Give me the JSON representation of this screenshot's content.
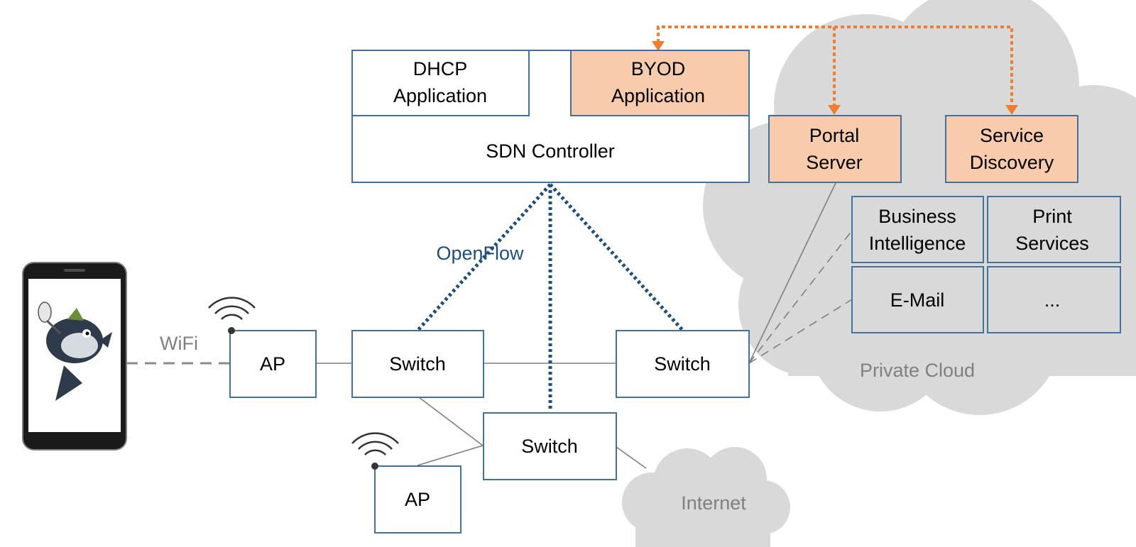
{
  "nodes": {
    "dhcp": [
      "DHCP",
      "Application"
    ],
    "byod": [
      "BYOD",
      "Application"
    ],
    "controller": "SDN Controller",
    "portal": [
      "Portal",
      "Server"
    ],
    "service_discovery": [
      "Service",
      "Discovery"
    ],
    "business_intelligence": [
      "Business",
      "Intelligence"
    ],
    "print_services": [
      "Print",
      "Services"
    ],
    "email": "E-Mail",
    "more": "...",
    "ap_top": "AP",
    "ap_bottom": "AP",
    "switch_left": "Switch",
    "switch_right": "Switch",
    "switch_bottom": "Switch"
  },
  "labels": {
    "openflow": "OpenFlow",
    "wifi": "WiFi",
    "private_cloud": "Private Cloud",
    "internet": "Internet"
  },
  "colors": {
    "box_border": "#41719c",
    "highlight_fill": "#f8cbad",
    "cloud_fill": "#d9d9d9",
    "openflow_line": "#1f4e79",
    "orange_line": "#ed7d31"
  },
  "icons": [
    "smartphone-icon",
    "fish-mascot-icon",
    "wifi-signal-icon"
  ]
}
